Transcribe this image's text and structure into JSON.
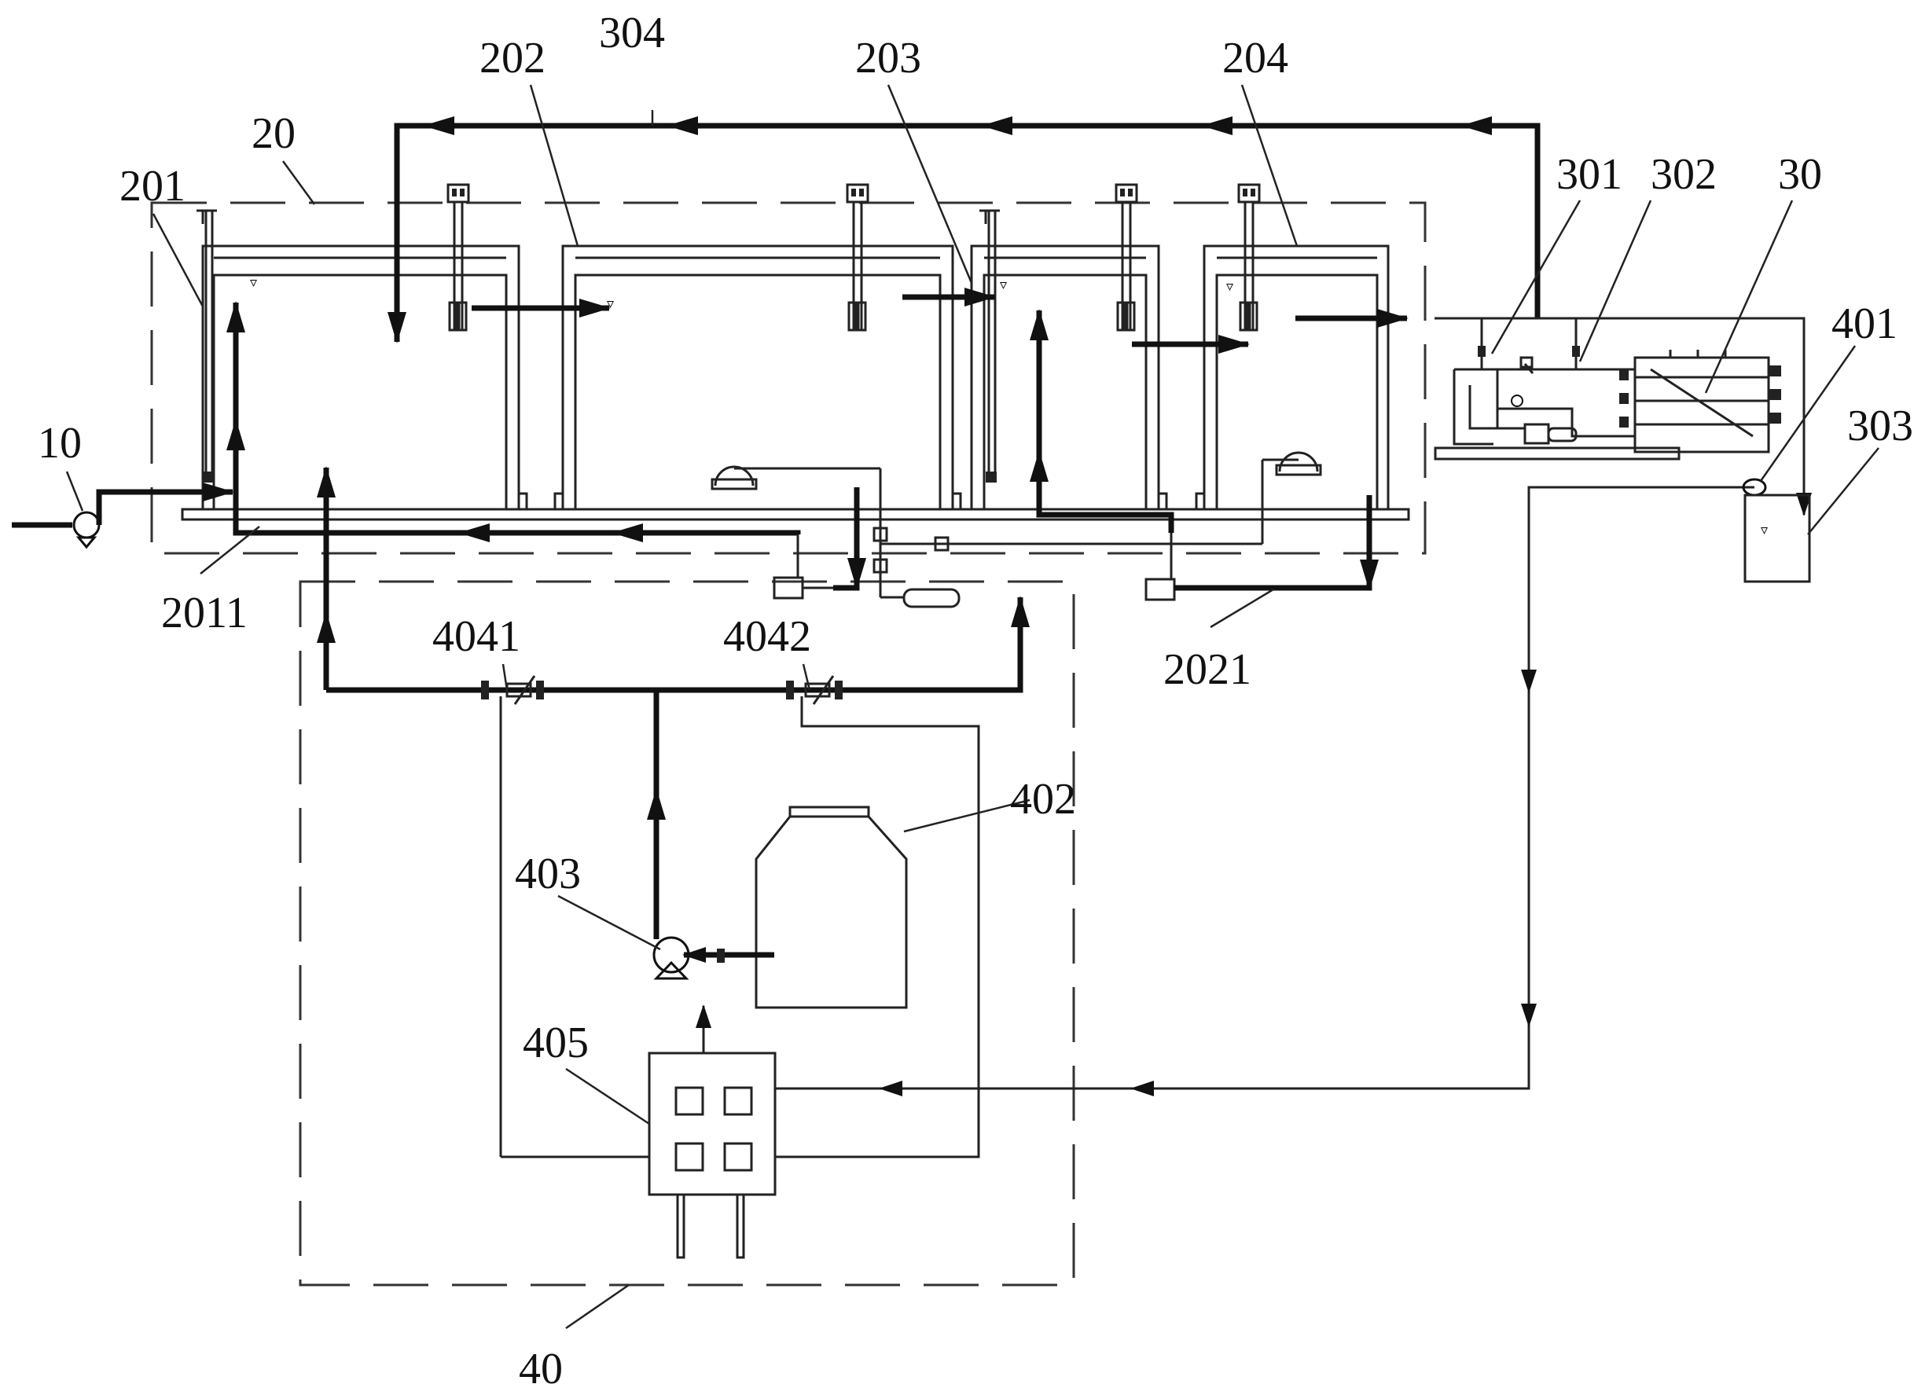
{
  "labels": {
    "l10": "10",
    "l20": "20",
    "l201": "201",
    "l202": "202",
    "l203": "203",
    "l204": "204",
    "l2011": "2011",
    "l2021": "2021",
    "l30": "30",
    "l301": "301",
    "l302": "302",
    "l303": "303",
    "l304": "304",
    "l40": "40",
    "l401": "401",
    "l402": "402",
    "l403": "403",
    "l405": "405",
    "l4041": "4041",
    "l4042": "4042"
  },
  "colors": {
    "line": "#111111",
    "background": "#ffffff"
  }
}
